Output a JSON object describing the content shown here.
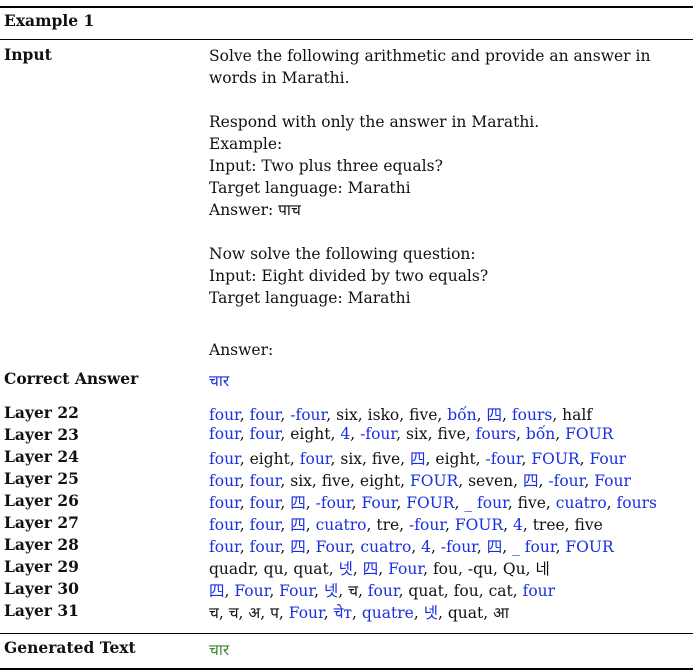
{
  "title": "Example 1",
  "input_label": "Input",
  "input_paragraphs": [
    [
      "Solve the following arithmetic and provide an answer in words in Marathi."
    ],
    [
      "Respond with only the answer in Marathi.",
      "Example:",
      "Input: Two plus three equals?",
      "Target language: Marathi",
      "Answer: पाच"
    ],
    [
      "Now solve the following question:",
      "Input: Eight divided by two equals?",
      "Target language: Marathi"
    ],
    [
      "Answer:"
    ]
  ],
  "correct_label": "Correct Answer",
  "correct_answer": "चार",
  "layers": [
    {
      "label": "Layer 22",
      "tokens": [
        {
          "t": "four",
          "hit": true
        },
        {
          "t": "four",
          "hit": true
        },
        {
          "t": "-four",
          "hit": true
        },
        {
          "t": "six",
          "hit": false
        },
        {
          "t": "isko",
          "hit": false
        },
        {
          "t": "five",
          "hit": false
        },
        {
          "t": "bốn",
          "hit": true
        },
        {
          "t": "四",
          "hit": true
        },
        {
          "t": "fours",
          "hit": true
        },
        {
          "t": "half",
          "hit": false
        }
      ]
    },
    {
      "label": "Layer 23",
      "tokens": [
        {
          "t": "four",
          "hit": true
        },
        {
          "t": "four",
          "hit": true
        },
        {
          "t": "eight",
          "hit": false
        },
        {
          "t": "4",
          "hit": true
        },
        {
          "t": "-four",
          "hit": true
        },
        {
          "t": "six",
          "hit": false
        },
        {
          "t": "five",
          "hit": false
        },
        {
          "t": "fours",
          "hit": true
        },
        {
          "t": "bốn",
          "hit": true
        },
        {
          "t": "FOUR",
          "hit": true
        }
      ]
    },
    {
      "label": "Layer 24",
      "tokens": [
        {
          "t": "four",
          "hit": true
        },
        {
          "t": "eight",
          "hit": false
        },
        {
          "t": "four",
          "hit": true
        },
        {
          "t": "six",
          "hit": false
        },
        {
          "t": "five",
          "hit": false
        },
        {
          "t": "四",
          "hit": true
        },
        {
          "t": "eight",
          "hit": false
        },
        {
          "t": "-four",
          "hit": true
        },
        {
          "t": "FOUR",
          "hit": true
        },
        {
          "t": "Four",
          "hit": true
        }
      ]
    },
    {
      "label": "Layer 25",
      "tokens": [
        {
          "t": "four",
          "hit": true
        },
        {
          "t": "four",
          "hit": true
        },
        {
          "t": "six",
          "hit": false
        },
        {
          "t": "five",
          "hit": false
        },
        {
          "t": "eight",
          "hit": false
        },
        {
          "t": "FOUR",
          "hit": true
        },
        {
          "t": "seven",
          "hit": false
        },
        {
          "t": "四",
          "hit": true
        },
        {
          "t": "-four",
          "hit": true
        },
        {
          "t": "Four",
          "hit": true
        }
      ]
    },
    {
      "label": "Layer 26",
      "tokens": [
        {
          "t": "four",
          "hit": true
        },
        {
          "t": "four",
          "hit": true
        },
        {
          "t": "四",
          "hit": true
        },
        {
          "t": "-four",
          "hit": true
        },
        {
          "t": "Four",
          "hit": true
        },
        {
          "t": "FOUR",
          "hit": true
        },
        {
          "t": "_ four",
          "hit": true
        },
        {
          "t": "five",
          "hit": false
        },
        {
          "t": "cuatro",
          "hit": true
        },
        {
          "t": "fours",
          "hit": true
        }
      ]
    },
    {
      "label": "Layer 27",
      "tokens": [
        {
          "t": "four",
          "hit": true
        },
        {
          "t": "four",
          "hit": true
        },
        {
          "t": "四",
          "hit": true
        },
        {
          "t": "cuatro",
          "hit": true
        },
        {
          "t": "tre",
          "hit": false
        },
        {
          "t": "-four",
          "hit": true
        },
        {
          "t": "FOUR",
          "hit": true
        },
        {
          "t": "4",
          "hit": true
        },
        {
          "t": "tree",
          "hit": false
        },
        {
          "t": "five",
          "hit": false
        }
      ]
    },
    {
      "label": "Layer 28",
      "tokens": [
        {
          "t": "four",
          "hit": true
        },
        {
          "t": "four",
          "hit": true
        },
        {
          "t": "四",
          "hit": true
        },
        {
          "t": "Four",
          "hit": true
        },
        {
          "t": "cuatro",
          "hit": true
        },
        {
          "t": "4",
          "hit": true
        },
        {
          "t": "-four",
          "hit": true
        },
        {
          "t": "四",
          "hit": true
        },
        {
          "t": "_ four",
          "hit": true
        },
        {
          "t": "FOUR",
          "hit": true
        }
      ]
    },
    {
      "label": "Layer 29",
      "tokens": [
        {
          "t": "quadr",
          "hit": false
        },
        {
          "t": "qu",
          "hit": false
        },
        {
          "t": "quat",
          "hit": false
        },
        {
          "t": "넷",
          "hit": true
        },
        {
          "t": "四",
          "hit": true
        },
        {
          "t": "Four",
          "hit": true
        },
        {
          "t": "fou",
          "hit": false
        },
        {
          "t": "-qu",
          "hit": false
        },
        {
          "t": "Qu",
          "hit": false
        },
        {
          "t": "네",
          "hit": false
        }
      ]
    },
    {
      "label": "Layer 30",
      "tokens": [
        {
          "t": "四",
          "hit": true
        },
        {
          "t": "Four",
          "hit": true
        },
        {
          "t": "Four",
          "hit": true
        },
        {
          "t": "넷",
          "hit": true
        },
        {
          "t": "च",
          "hit": false
        },
        {
          "t": "four",
          "hit": true
        },
        {
          "t": "quat",
          "hit": false
        },
        {
          "t": "fou",
          "hit": false
        },
        {
          "t": "cat",
          "hit": false
        },
        {
          "t": "four",
          "hit": true
        }
      ]
    },
    {
      "label": "Layer 31",
      "tokens": [
        {
          "t": "च",
          "hit": false
        },
        {
          "t": "च",
          "hit": false
        },
        {
          "t": "अ",
          "hit": false
        },
        {
          "t": "प",
          "hit": false
        },
        {
          "t": "Four",
          "hit": true
        },
        {
          "t": "चेт",
          "hit": true
        },
        {
          "t": "quatre",
          "hit": true
        },
        {
          "t": "넷",
          "hit": true
        },
        {
          "t": "quat",
          "hit": false
        },
        {
          "t": "आ",
          "hit": false
        }
      ]
    }
  ],
  "generated_label": "Generated Text",
  "generated_text": "चार",
  "colors": {
    "match": "#1a2fe0",
    "generated": "#3a8a2c",
    "text": "#111111"
  }
}
